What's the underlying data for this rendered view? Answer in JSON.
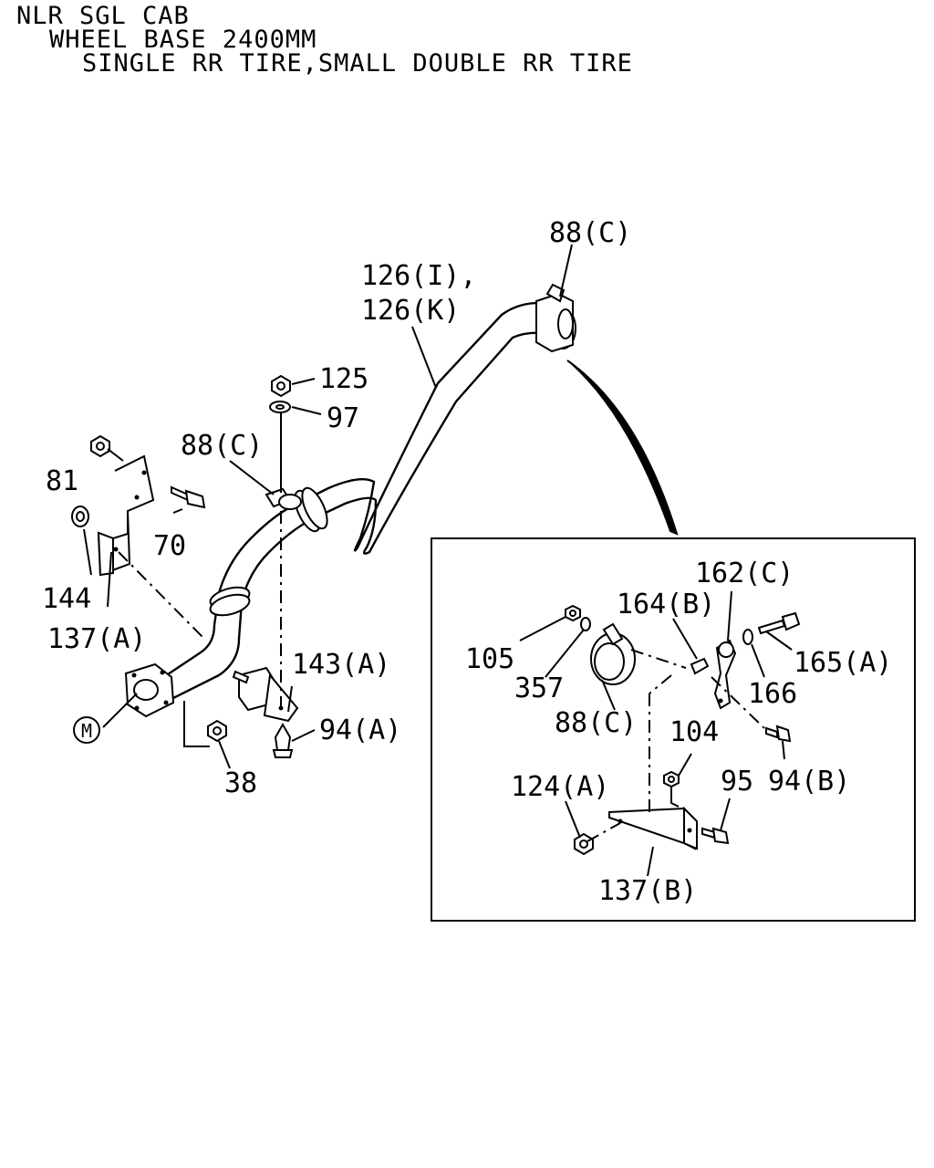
{
  "header": {
    "line1": "NLR SGL CAB",
    "line2": "WHEEL BASE 2400MM",
    "line3": "SINGLE RR TIRE,SMALL DOUBLE RR TIRE"
  },
  "main": {
    "labels": {
      "l88c_top": "88(C)",
      "l126i": "126(I),",
      "l126k": "126(K)",
      "l125": "125",
      "l97": "97",
      "l88c_mid": "88(C)",
      "l81": "81",
      "l70": "70",
      "l144": "144",
      "l137a": "137(A)",
      "l143a": "143(A)",
      "l94a": "94(A)",
      "l38": "38",
      "lM": "M"
    }
  },
  "detail": {
    "labels": {
      "l162c": "162(C)",
      "l164b": "164(B)",
      "l105": "105",
      "l165a": "165(A)",
      "l357": "357",
      "l166": "166",
      "l88c": "88(C)",
      "l104": "104",
      "l95": "95",
      "l94b": "94(B)",
      "l124a": "124(A)",
      "l137b": "137(B)"
    }
  }
}
